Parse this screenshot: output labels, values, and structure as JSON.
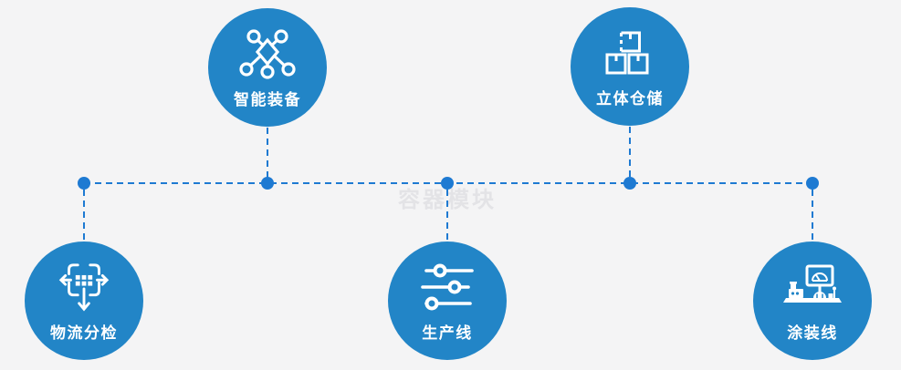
{
  "diagram": {
    "watermark": "容器模块",
    "colors": {
      "background": "#f4f4f5",
      "node_circle": "#2285c7",
      "connector": "#1e7ad2",
      "label_text": "#ffffff",
      "watermark_text": "#e3e3e6"
    },
    "nodes": [
      {
        "label": "物流分检",
        "icon": "sorting-dispatch-icon",
        "row": "bottom"
      },
      {
        "label": "智能装备",
        "icon": "network-nodes-icon",
        "row": "top"
      },
      {
        "label": "生产线",
        "icon": "sliders-icon",
        "row": "bottom"
      },
      {
        "label": "立体仓储",
        "icon": "stacked-boxes-icon",
        "row": "top"
      },
      {
        "label": "涂装线",
        "icon": "painting-machine-icon",
        "row": "bottom"
      }
    ]
  }
}
